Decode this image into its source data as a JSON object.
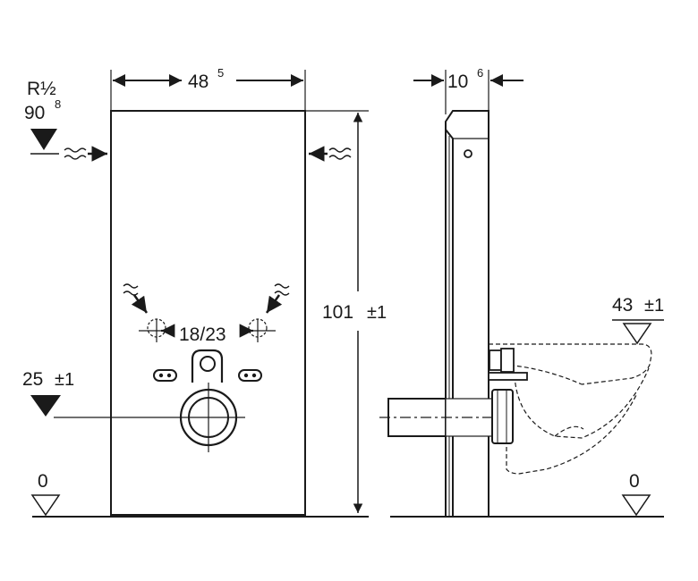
{
  "front_view": {
    "width_label": "48",
    "width_sup": "5",
    "height_label": "101",
    "height_tol": "±1",
    "thread_label": "R½",
    "supply_height": "90",
    "supply_height_sup": "8",
    "outlet_spacing": "18/23",
    "drain_height": "25",
    "drain_tol": "±1",
    "floor_label": "0"
  },
  "side_view": {
    "depth_label": "10",
    "depth_sup": "6",
    "rim_height": "43",
    "rim_tol": "±1",
    "floor_label": "0"
  },
  "colors": {
    "line": "#1a1a1a",
    "panel_fill": "#ffffff"
  }
}
